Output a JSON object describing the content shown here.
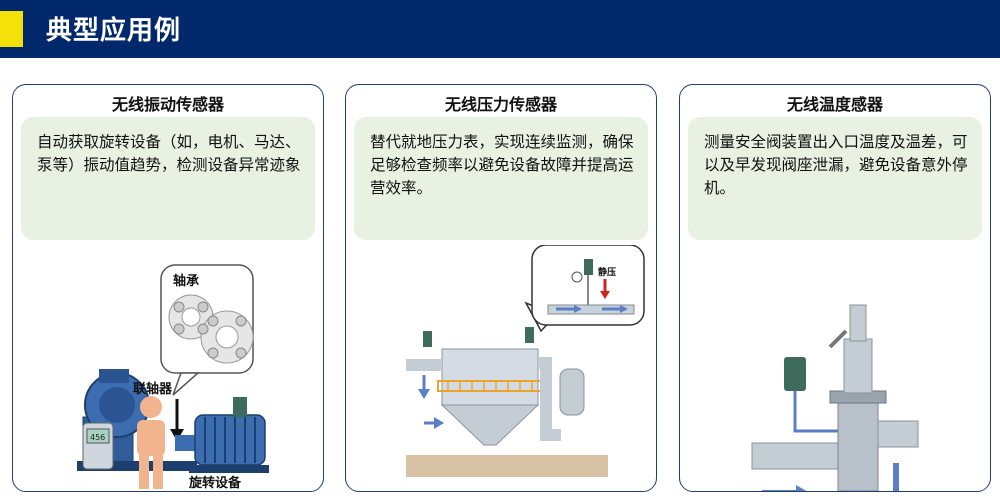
{
  "header": {
    "title": "典型应用例"
  },
  "cards": [
    {
      "title": "无线振动传感器",
      "description": "自动获取旋转设备（如，电机、马达、泵等）振动值趋势，检测设备异常迹象",
      "labels": {
        "bearing": "轴承",
        "coupling": "联轴器",
        "rotating": "旋转设备",
        "meter": "456"
      }
    },
    {
      "title": "无线压力传感器",
      "description": "替代就地压力表，实现连续监测，确保足够检查频率以避免设备故障并提高运营效率。",
      "labels": {
        "static_pressure": "静压"
      }
    },
    {
      "title": "无线温度感器",
      "description": "测量安全阀装置出入口温度及温差，可以及早发现阀座泄漏，避免设备意外停机。"
    }
  ],
  "colors": {
    "header_bg": "#00286a",
    "header_accent": "#f5e10a",
    "card_border": "#1f3f73",
    "desc_bg": "#e9f1e2",
    "arrow": "#5b7fc4",
    "sensor": "#3f6b5c"
  }
}
